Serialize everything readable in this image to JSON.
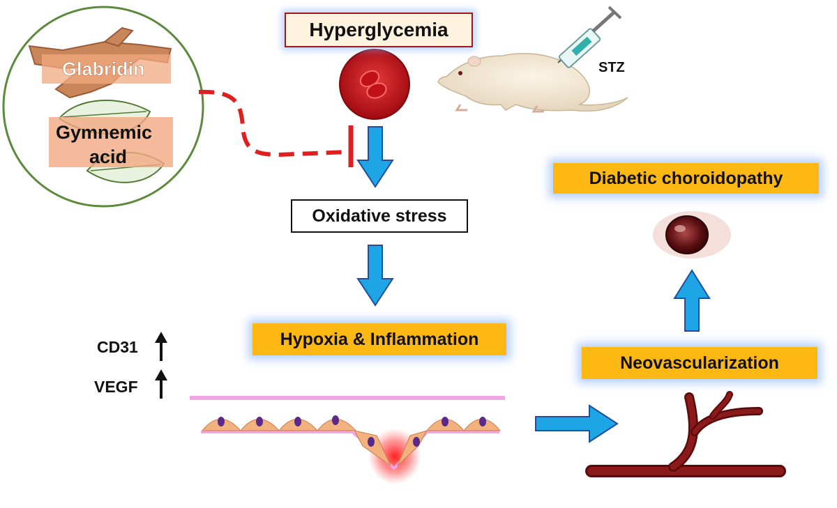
{
  "herbs": {
    "glabridin": "Glabridin",
    "gymnemic_line1": "Gymnemic",
    "gymnemic_line2": "acid"
  },
  "trigger": {
    "label": "Hyperglycemia",
    "inducer": "STZ"
  },
  "steps": {
    "oxidative": "Oxidative stress",
    "hypoxia": "Hypoxia & Inflammation",
    "neovascularization": "Neovascularization",
    "outcome": "Diabetic choroidopathy"
  },
  "markers": [
    {
      "name": "CD31",
      "direction": "up"
    },
    {
      "name": "VEGF",
      "direction": "up"
    }
  ],
  "colors": {
    "arrow_fill": "#1ea5e6",
    "label_box": "#fdb813",
    "inhibition": "#e02020",
    "circle_border": "#5a8a3a",
    "vessel": "#8b1a1a"
  },
  "icons": [
    "red-blood-cell-icon",
    "rat-icon",
    "syringe-icon",
    "leaf-icon",
    "root-icon",
    "eye-icon",
    "blood-vessel-icon"
  ]
}
